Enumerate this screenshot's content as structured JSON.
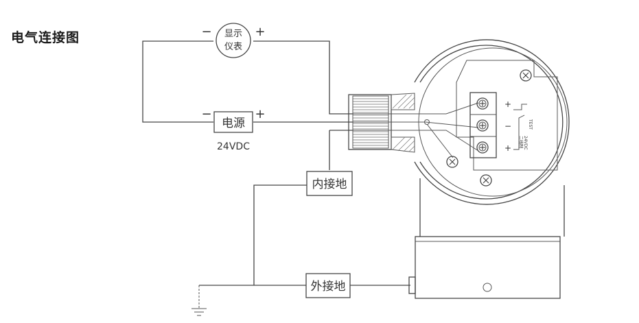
{
  "title": "电气连接图",
  "display": {
    "line1": "显示",
    "line2": "仪表",
    "minus": "−",
    "plus": "+"
  },
  "power": {
    "label": "电源",
    "voltage": "24VDC",
    "minus": "−",
    "plus": "+"
  },
  "inner_ground": "内接地",
  "outer_ground": "外接地",
  "terminal": {
    "plus_top": "+",
    "minus_mid": "−",
    "plus_bottom": "+",
    "test": "TEST",
    "small_line1": "二线制",
    "small_line2": "24VDC"
  }
}
